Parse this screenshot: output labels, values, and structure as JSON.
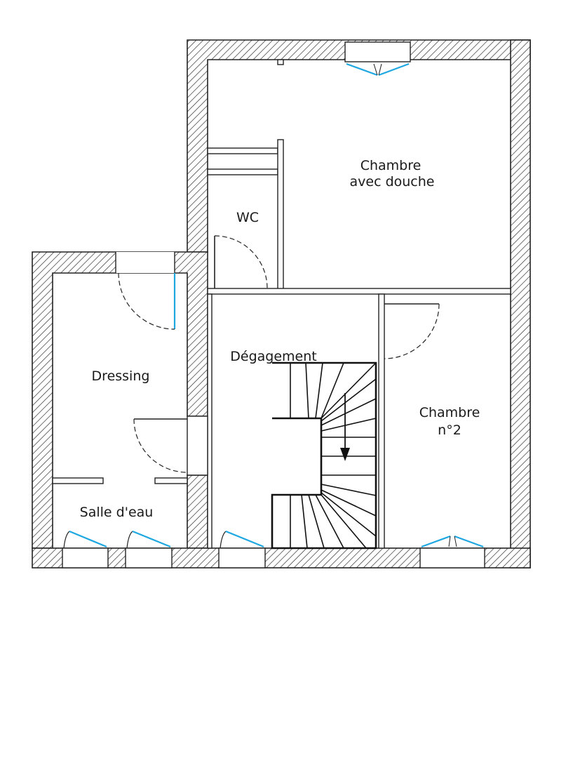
{
  "rooms": {
    "chambre_douche_line1": "Chambre",
    "chambre_douche_line2": "avec douche",
    "wc": "WC",
    "dressing": "Dressing",
    "degagement": "Dégagement",
    "salle_eau": "Salle d'eau",
    "chambre2_line1": "Chambre",
    "chambre2_line2": "n°2"
  },
  "colors": {
    "wall_outline": "#222222",
    "hatch": "#333333",
    "window_pane": "#1ea7e1",
    "background": "#ffffff"
  }
}
